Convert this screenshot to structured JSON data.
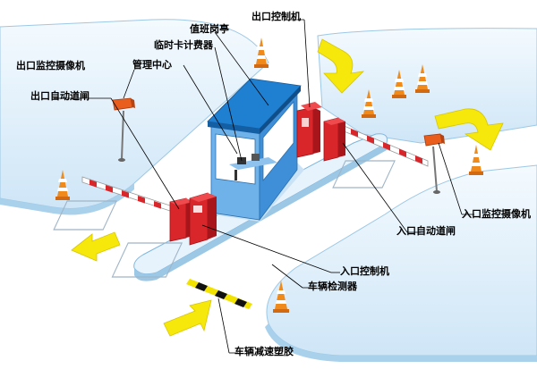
{
  "labels": {
    "duty_booth": "值班岗亭",
    "exit_controller": "出口控制机",
    "temp_card_meter": "临时卡计费器",
    "management_center": "管理中心",
    "exit_camera": "出口监控摄像机",
    "exit_barrier": "出口自动道闸",
    "entry_camera": "入口监控摄像机",
    "entry_barrier": "入口自动道闸",
    "entry_controller": "入口控制机",
    "vehicle_detector": "车辆检测器",
    "speed_bump": "车辆减速塑胶"
  },
  "colors": {
    "ground": "#dff0fb",
    "ground_edge": "#9cc8e6",
    "booth_roof": "#1f7fd1",
    "booth_wall": "#6fb1e9",
    "machine_red": "#d9262b",
    "arrow_yellow": "#f5e80a",
    "cone_orange": "#f08a1a"
  }
}
